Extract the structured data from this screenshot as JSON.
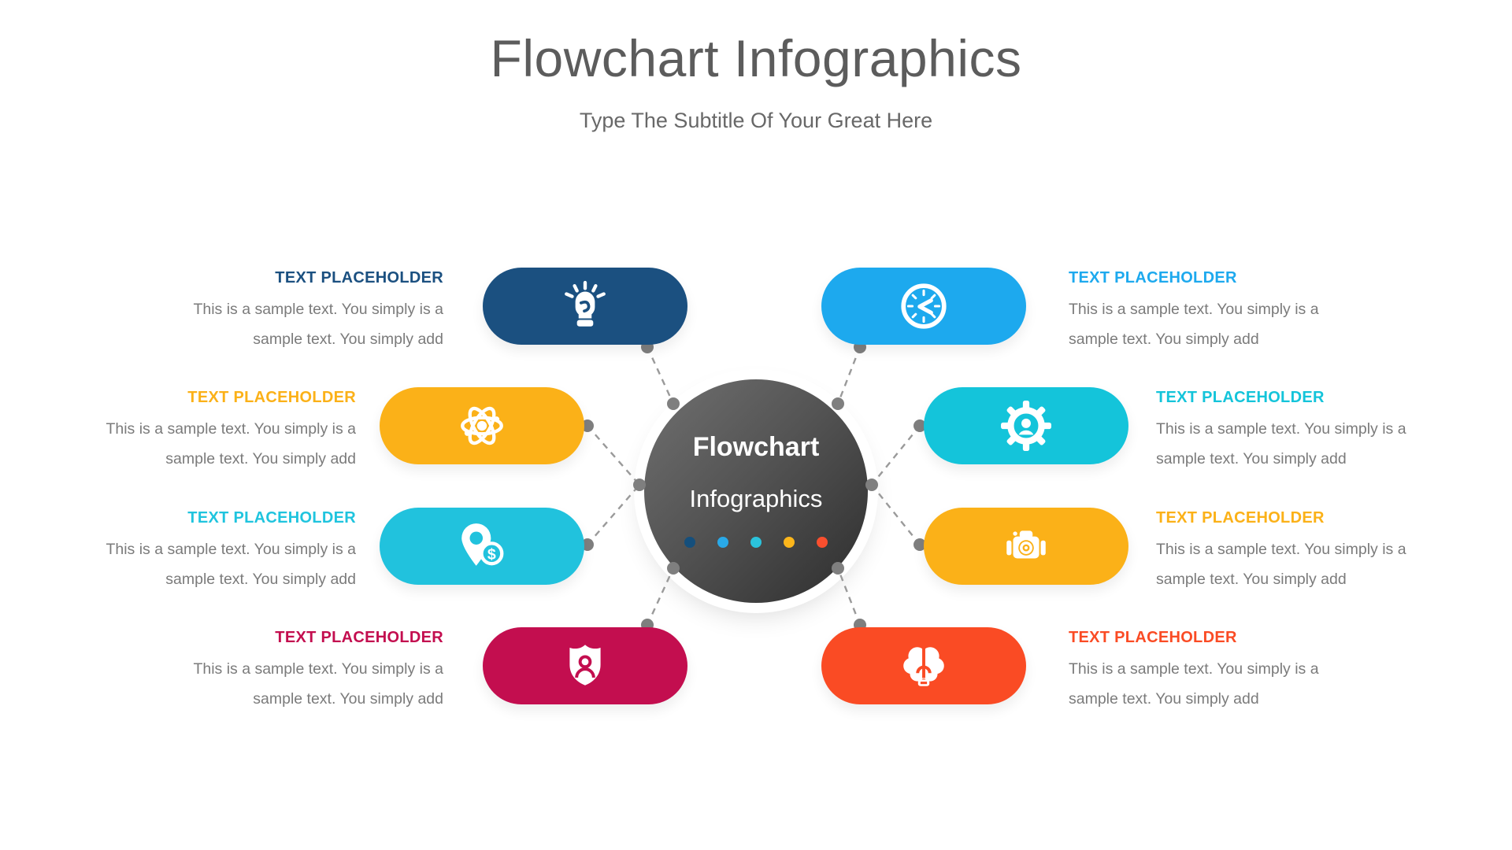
{
  "slide": {
    "title": "Flowchart Infographics",
    "subtitle": "Type The Subtitle Of Your Great Here"
  },
  "center": {
    "line1": "Flowchart",
    "line2": "Infographics",
    "pagination_dot_colors": [
      "#154f7c",
      "#29a9e8",
      "#2bc3dc",
      "#fcb61b",
      "#fa4f2e"
    ]
  },
  "items": [
    {
      "position": "left-1",
      "title": "TEXT PLACEHOLDER",
      "body": "This is a sample text. You simply is a\nsample text. You simply add",
      "color": "#1b5080",
      "icon": "raised-fist-rays-icon"
    },
    {
      "position": "left-2",
      "title": "TEXT PLACEHOLDER",
      "body": "This is a sample text. You simply is a\nsample text. You simply add",
      "color": "#fbb118",
      "icon": "atom-icon"
    },
    {
      "position": "left-3",
      "title": "TEXT PLACEHOLDER",
      "body": "This is a sample text. You simply is a\nsample text. You simply add",
      "color": "#21c2dd",
      "icon": "location-pin-dollar-icon"
    },
    {
      "position": "left-4",
      "title": "TEXT PLACEHOLDER",
      "body": "This is a sample text. You simply is a\nsample text. You simply add",
      "color": "#c30e4f",
      "icon": "shield-user-icon"
    },
    {
      "position": "right-1",
      "title": "TEXT PLACEHOLDER",
      "body": "This is a sample text. You simply is a\nsample text. You simply add",
      "color": "#1da9ee",
      "icon": "clock-icon"
    },
    {
      "position": "right-2",
      "title": "TEXT PLACEHOLDER",
      "body": "This is a sample text. You simply is a\nsample text. You simply add",
      "color": "#14c4da",
      "icon": "gear-user-icon"
    },
    {
      "position": "right-3",
      "title": "TEXT PLACEHOLDER",
      "body": "This is a sample text. You simply is a\nsample text. You simply add",
      "color": "#fbb118",
      "icon": "camera-icon"
    },
    {
      "position": "right-4",
      "title": "TEXT PLACEHOLDER",
      "body": "This is a sample text. You simply is a\nsample text. You simply add",
      "color": "#fa4b24",
      "icon": "brain-bulb-icon"
    }
  ],
  "connectors": {
    "dot_color": "#7f7f7f",
    "line_color": "#9a9a9a"
  }
}
